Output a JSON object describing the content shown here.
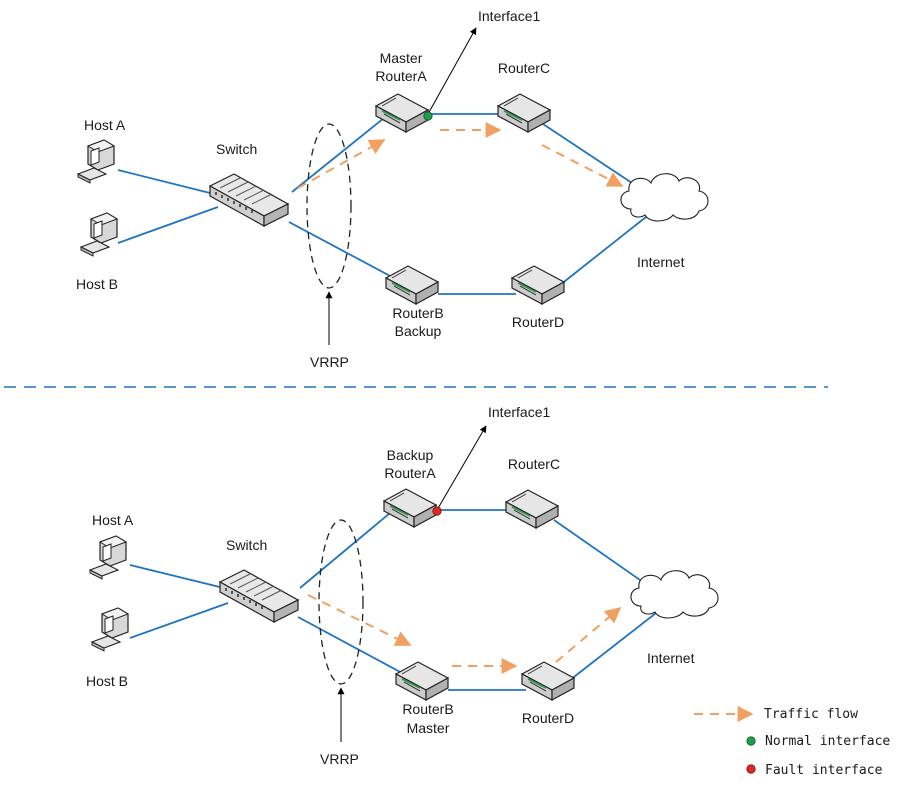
{
  "top": {
    "host_a": "Host A",
    "host_b": "Host B",
    "switch": "Switch",
    "router_a": [
      "Master",
      "RouterA"
    ],
    "router_b": [
      "RouterB",
      "Backup"
    ],
    "router_c": "RouterC",
    "router_d": "RouterD",
    "internet": "Internet",
    "vrrp": "VRRP",
    "interface": "Interface1",
    "interface_status": "normal"
  },
  "bottom": {
    "host_a": "Host A",
    "host_b": "Host B",
    "switch": "Switch",
    "router_a": [
      "Backup",
      "RouterA"
    ],
    "router_b": [
      "RouterB",
      "Master"
    ],
    "router_c": "RouterC",
    "router_d": "RouterD",
    "internet": "Internet",
    "vrrp": "VRRP",
    "interface": "Interface1",
    "interface_status": "fault"
  },
  "legend": {
    "traffic_flow": "Traffic flow",
    "normal_interface": "Normal interface",
    "fault_interface": "Fault interface"
  },
  "colors": {
    "link": "#1f74c2",
    "traffic": "#f0a060",
    "normal": "#1aa04a",
    "fault": "#e0261f",
    "divider": "#1f74c2"
  }
}
